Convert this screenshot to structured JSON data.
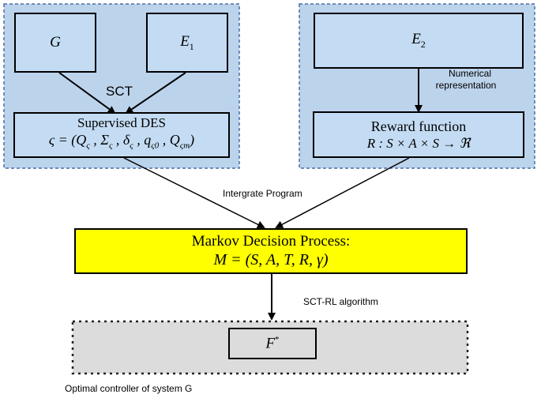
{
  "colors": {
    "panel_fill": "#bcd3ec",
    "panel_border": "#4a6fa5",
    "box_fill": "#c4dcf3",
    "mdp_fill": "#ffff00",
    "output_fill": "#dcdcdc"
  },
  "left_panel": {
    "box_g": "G",
    "box_e1": "E",
    "box_e1_sub": "1",
    "sct_label": "SCT",
    "supervised_title": "Supervised DES",
    "supervised_formula": "ς = (Q_ς , Σ_ς , δ_ς , q_ς0 , Q_ςm)"
  },
  "right_panel": {
    "box_e2": "E",
    "box_e2_sub": "2",
    "numerical_label_line1": "Numerical",
    "numerical_label_line2": "representation",
    "reward_title": "Reward function",
    "reward_formula": "R : S × A × S → ℜ"
  },
  "integrate_label": "Intergrate Program",
  "mdp": {
    "title": "Markov Decision Process:",
    "formula": "M = (S, A, T, R, γ)"
  },
  "algorithm_label": "SCT-RL algorithm",
  "output": {
    "box_f": "F",
    "box_f_sup": "*",
    "caption": "Optimal controller of system G"
  }
}
